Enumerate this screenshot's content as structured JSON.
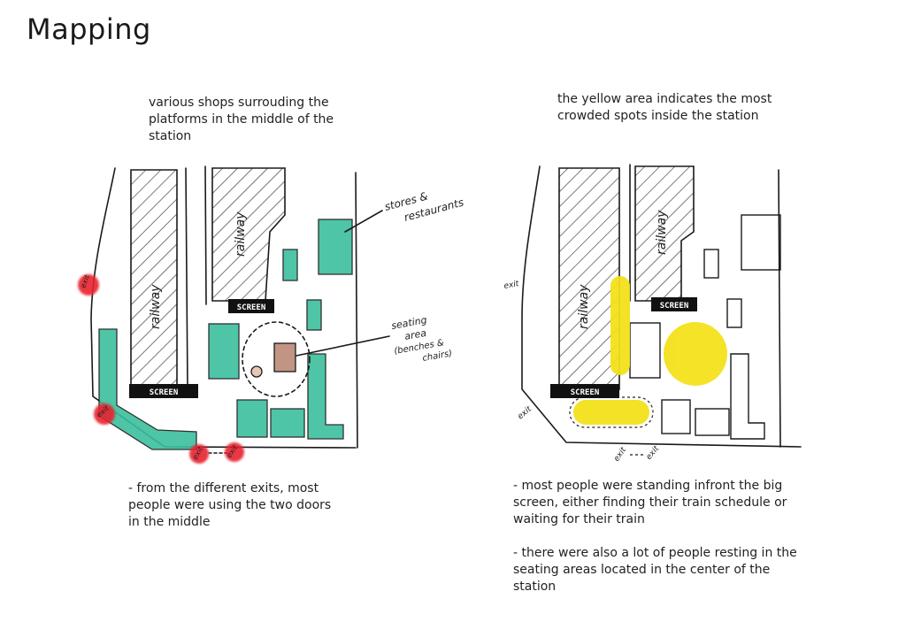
{
  "title": "Mapping",
  "notes": {
    "left_top": "various shops surrouding the\nplatforms in the middle of the\nstation",
    "right_top": "the yellow area indicates the most\ncrowded spots inside the station",
    "left_bottom": "- from the different exits, most\npeople were using the two doors\nin the middle",
    "right_bottom": "- most people were standing infront the big\nscreen, either finding their train schedule or\nwaiting for their train\n\n- there were also a lot of people resting in the\nseating areas located in the center of the station"
  },
  "left_map": {
    "railway_label": "railway",
    "screen_label": "SCREEN",
    "exit_label": "exit",
    "stores_annotation": [
      "stores &",
      "restaurants"
    ],
    "seating_annotation": [
      "seating",
      "area",
      "(benches &",
      "chairs)"
    ]
  },
  "right_map": {
    "railway_label": "railway",
    "screen_label": "SCREEN",
    "exit_label": "exit"
  },
  "colors": {
    "stores": "#3bbf9e",
    "exit_markers": "#e8232f",
    "crowded": "#f3e11a",
    "seating": "#c29483",
    "ink": "#1a1a1a"
  }
}
